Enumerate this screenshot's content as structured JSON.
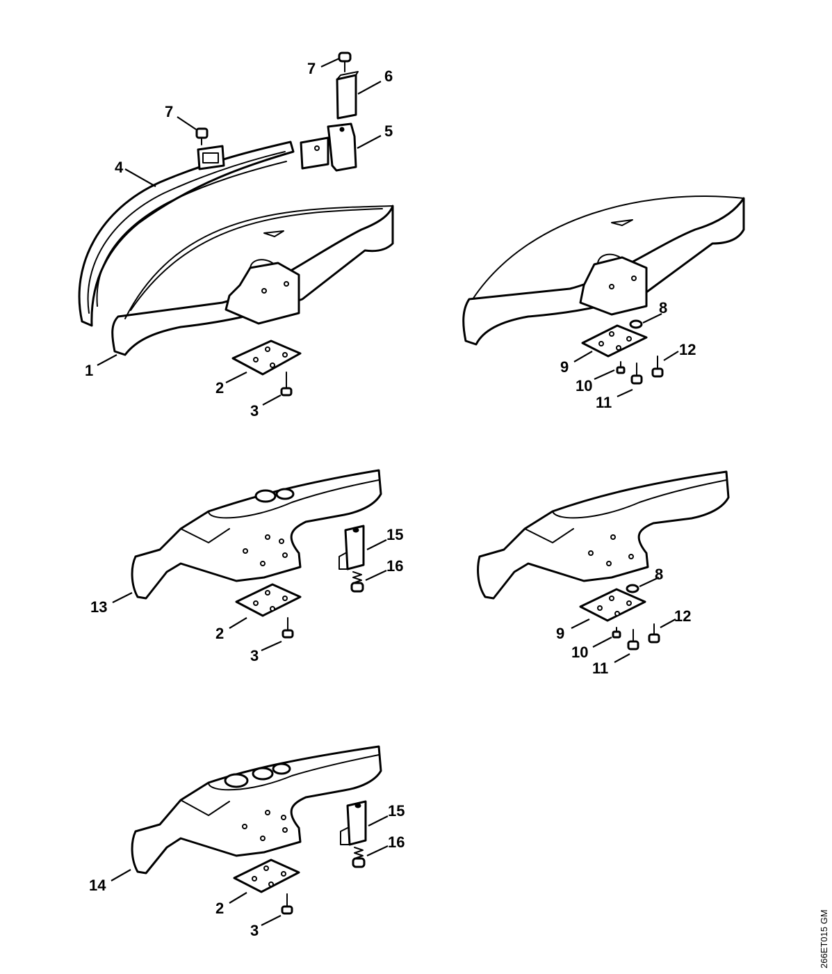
{
  "figure_code": "266ET015 GM",
  "callouts": [
    {
      "id": "c1",
      "label": "1"
    },
    {
      "id": "c2a",
      "label": "2"
    },
    {
      "id": "c3a",
      "label": "3"
    },
    {
      "id": "c4",
      "label": "4"
    },
    {
      "id": "c5",
      "label": "5"
    },
    {
      "id": "c6",
      "label": "6"
    },
    {
      "id": "c7a",
      "label": "7"
    },
    {
      "id": "c7b",
      "label": "7"
    },
    {
      "id": "c8a",
      "label": "8"
    },
    {
      "id": "c9a",
      "label": "9"
    },
    {
      "id": "c10a",
      "label": "10"
    },
    {
      "id": "c11a",
      "label": "11"
    },
    {
      "id": "c12a",
      "label": "12"
    },
    {
      "id": "c13",
      "label": "13"
    },
    {
      "id": "c2b",
      "label": "2"
    },
    {
      "id": "c3b",
      "label": "3"
    },
    {
      "id": "c15a",
      "label": "15"
    },
    {
      "id": "c16a",
      "label": "16"
    },
    {
      "id": "c8b",
      "label": "8"
    },
    {
      "id": "c9b",
      "label": "9"
    },
    {
      "id": "c10b",
      "label": "10"
    },
    {
      "id": "c11b",
      "label": "11"
    },
    {
      "id": "c12b",
      "label": "12"
    },
    {
      "id": "c14",
      "label": "14"
    },
    {
      "id": "c15b",
      "label": "15"
    },
    {
      "id": "c16b",
      "label": "16"
    },
    {
      "id": "c2c",
      "label": "2"
    },
    {
      "id": "c3c",
      "label": "3"
    }
  ]
}
